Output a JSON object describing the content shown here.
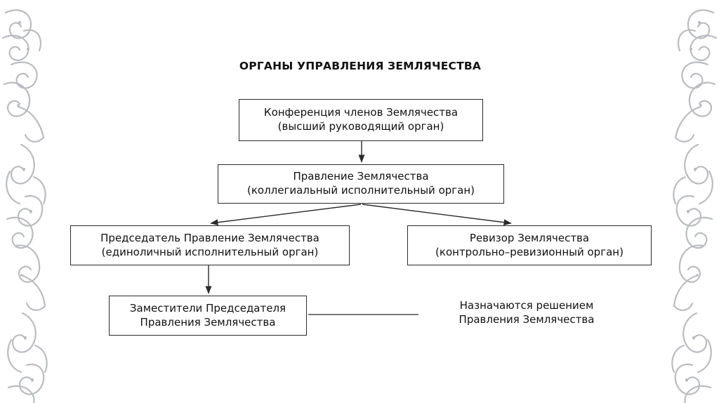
{
  "diagram": {
    "title": "ОРГАНЫ УПРАВЛЕНИЯ ЗЕМЛЯЧЕСТВА",
    "type": "organizational-hierarchy",
    "background_color": "#ffffff",
    "line_color": "#2b2b2b",
    "text_color": "#111111",
    "ornament_color": "#b9bcc2",
    "nodes": [
      {
        "id": "conference",
        "line1": "Конференция членов Землячества",
        "line2": "(высший руководящий орган)",
        "level": 1
      },
      {
        "id": "board",
        "line1": "Правление Землячества",
        "line2": "(коллегиальный исполнительный орган)",
        "level": 2
      },
      {
        "id": "chairman",
        "line1": "Председатель Правление Землячества",
        "line2": "(единоличный исполнительный орган)",
        "level": 3
      },
      {
        "id": "auditor",
        "line1": "Ревизор Землячества",
        "line2": "(контрольно–ревизионный орган)",
        "level": 3
      },
      {
        "id": "deputies",
        "line1": "Заместители Председателя",
        "line2": "Правления Землячества",
        "level": 4
      }
    ],
    "annotations": [
      {
        "id": "appointed-note",
        "line1": "Назначаются решением",
        "line2": "Правления Землячества"
      }
    ],
    "edges": [
      {
        "from": "conference",
        "to": "board",
        "style": "arrow"
      },
      {
        "from": "board",
        "to": "chairman",
        "style": "arrow"
      },
      {
        "from": "board",
        "to": "auditor",
        "style": "arrow"
      },
      {
        "from": "chairman",
        "to": "deputies",
        "style": "arrow"
      },
      {
        "from": "deputies",
        "to": "appointed-note",
        "style": "plain-line"
      }
    ]
  }
}
